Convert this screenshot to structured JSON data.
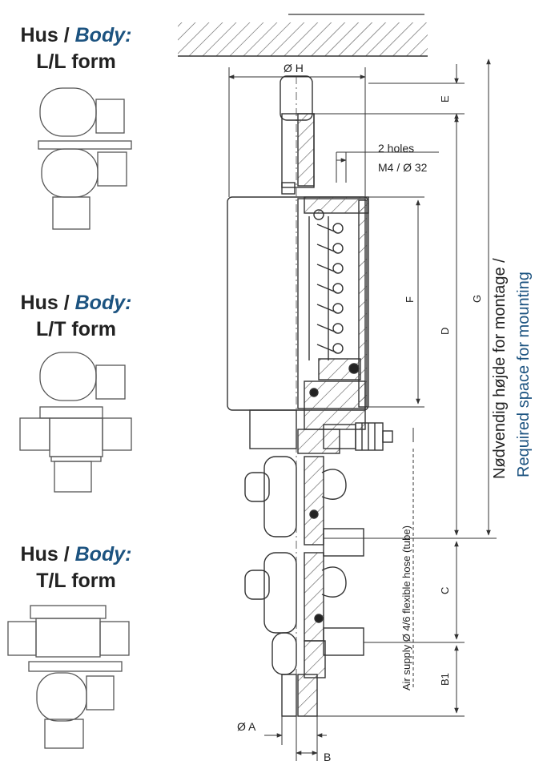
{
  "forms": [
    {
      "prefix": "Hus / ",
      "body": "Body:",
      "name": "L/L form"
    },
    {
      "prefix": "Hus / ",
      "body": "Body:",
      "name": "L/T form"
    },
    {
      "prefix": "Hus / ",
      "body": "Body:",
      "name": "T/L form"
    }
  ],
  "holes": {
    "line1": "2 holes",
    "line2": "M4 / Ø 32"
  },
  "dimensions": {
    "H": "Ø H",
    "E": "E",
    "F": "F",
    "D": "D",
    "G": "G",
    "C": "C",
    "B1": "B1",
    "A": "Ø A",
    "B": "B"
  },
  "air_supply": "Air supply Ø 4/6 flexible hose (tube)",
  "mounting": {
    "da": "Nødvendig højde for montage /",
    "en": "Required space for mounting"
  },
  "colors": {
    "body_accent": "#1c5380",
    "line": "#333333"
  }
}
